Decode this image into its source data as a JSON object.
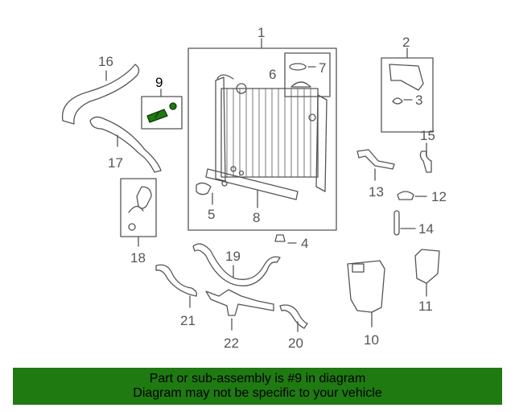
{
  "diagram": {
    "callouts": [
      "1",
      "2",
      "3",
      "4",
      "5",
      "6",
      "7",
      "8",
      "9",
      "10",
      "11",
      "12",
      "13",
      "14",
      "15",
      "16",
      "17",
      "18",
      "19",
      "20",
      "21",
      "22"
    ],
    "highlighted_part": "9",
    "highlight_color": "#1f7a12",
    "line_color": "#555555"
  },
  "footer": {
    "line1": "Part or sub-assembly is #9 in diagram",
    "line2": "Diagram may not be specific to your vehicle",
    "background": "#1f7a12"
  }
}
